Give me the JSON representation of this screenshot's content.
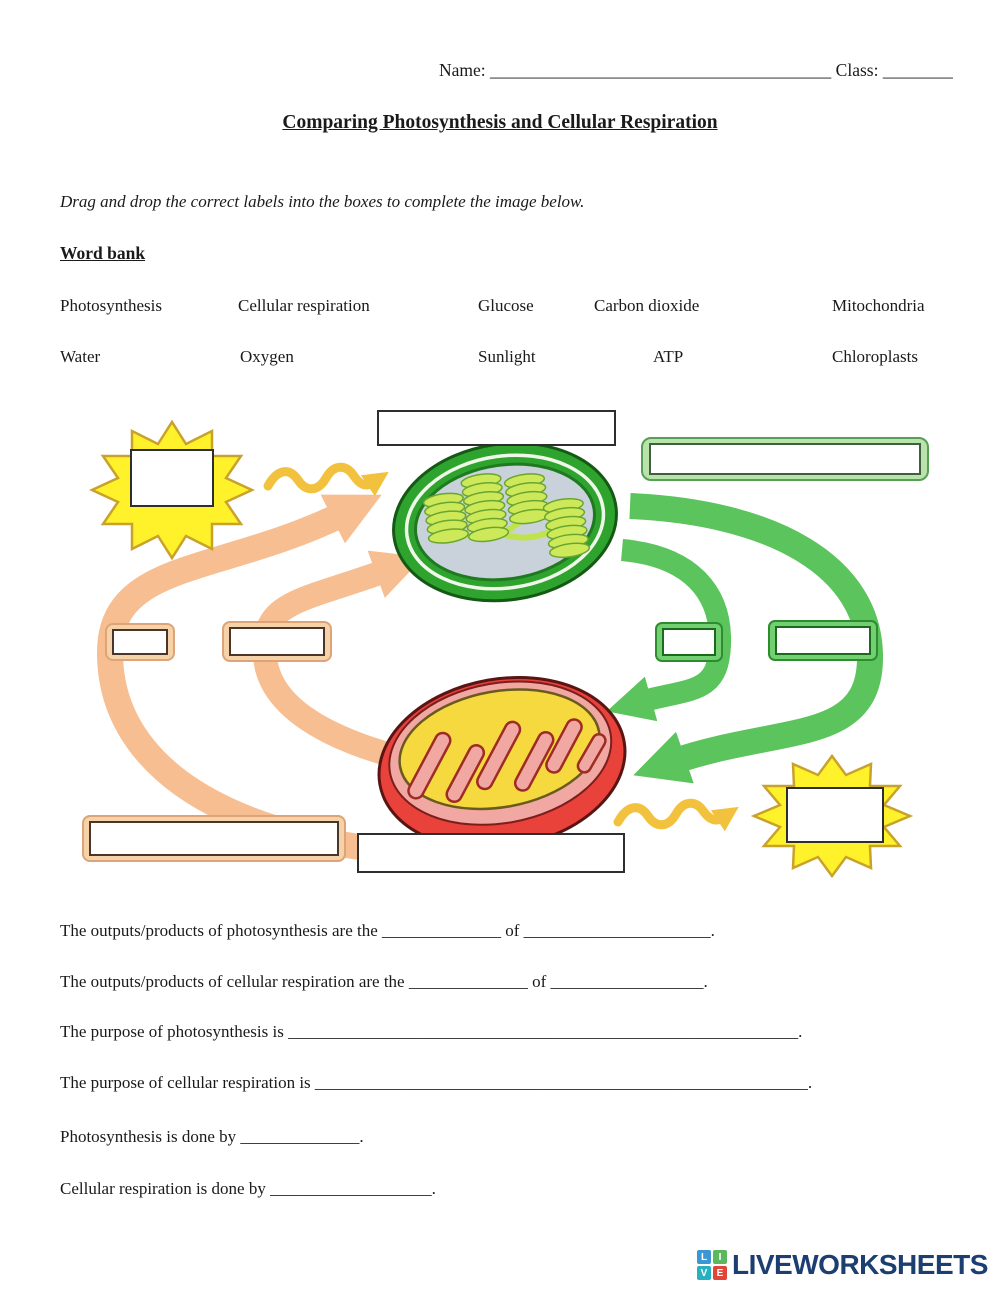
{
  "header": {
    "name_label": "Name:",
    "name_blank": "_______________________________________",
    "class_label": "Class:",
    "class_blank": "________"
  },
  "title": "Comparing Photosynthesis and Cellular Respiration",
  "instruction": "Drag and drop the correct labels into the boxes to complete the image below.",
  "word_bank": {
    "heading": "Word bank",
    "rows": [
      [
        "Photosynthesis",
        "Cellular respiration",
        "Glucose",
        "Carbon dioxide",
        "Mitochondria"
      ],
      [
        "Water",
        "Oxygen",
        "Sunlight",
        "ATP",
        "Chloroplasts"
      ]
    ]
  },
  "diagram": {
    "illustrations": [
      "sun-icon",
      "chloroplast-illustration",
      "mitochondria-illustration",
      "sun-icon"
    ],
    "drop_boxes": [
      "sun-top-left",
      "above-chloroplast",
      "top-right",
      "mid-left-small",
      "mid-left-wide",
      "mid-right-small",
      "mid-right-wide",
      "bottom-left",
      "below-mitochondria",
      "sun-bottom-right"
    ]
  },
  "sentences": [
    "The outputs/products of photosynthesis are the ______________ of ______________________.",
    "The outputs/products of cellular respiration are the ______________ of __________________.",
    "The purpose of photosynthesis is ____________________________________________________________.",
    "The purpose of cellular respiration is __________________________________________________________.",
    "Photosynthesis is done by ______________.",
    "Cellular respiration is done by ___________________."
  ],
  "footer": {
    "logo_text": "LIVEWORKSHEETS",
    "logo_letters": [
      "L",
      "I",
      "V",
      "E"
    ],
    "logo_letter_colors": [
      "#3B97D3",
      "#5CB85C",
      "#29B0C0",
      "#E04538"
    ]
  },
  "colors": {
    "sun_fill": "#FFF22B",
    "sun_stroke": "#C8A22B",
    "photosynthesis_arrow": "#F7BE92",
    "respiration_arrow": "#5CC45C",
    "energy_arrow": "#F2C23E",
    "green_box_fill": "#B9E3AA",
    "peach_box_fill": "#F6D2A8",
    "logo_navy": "#1C3E70"
  }
}
